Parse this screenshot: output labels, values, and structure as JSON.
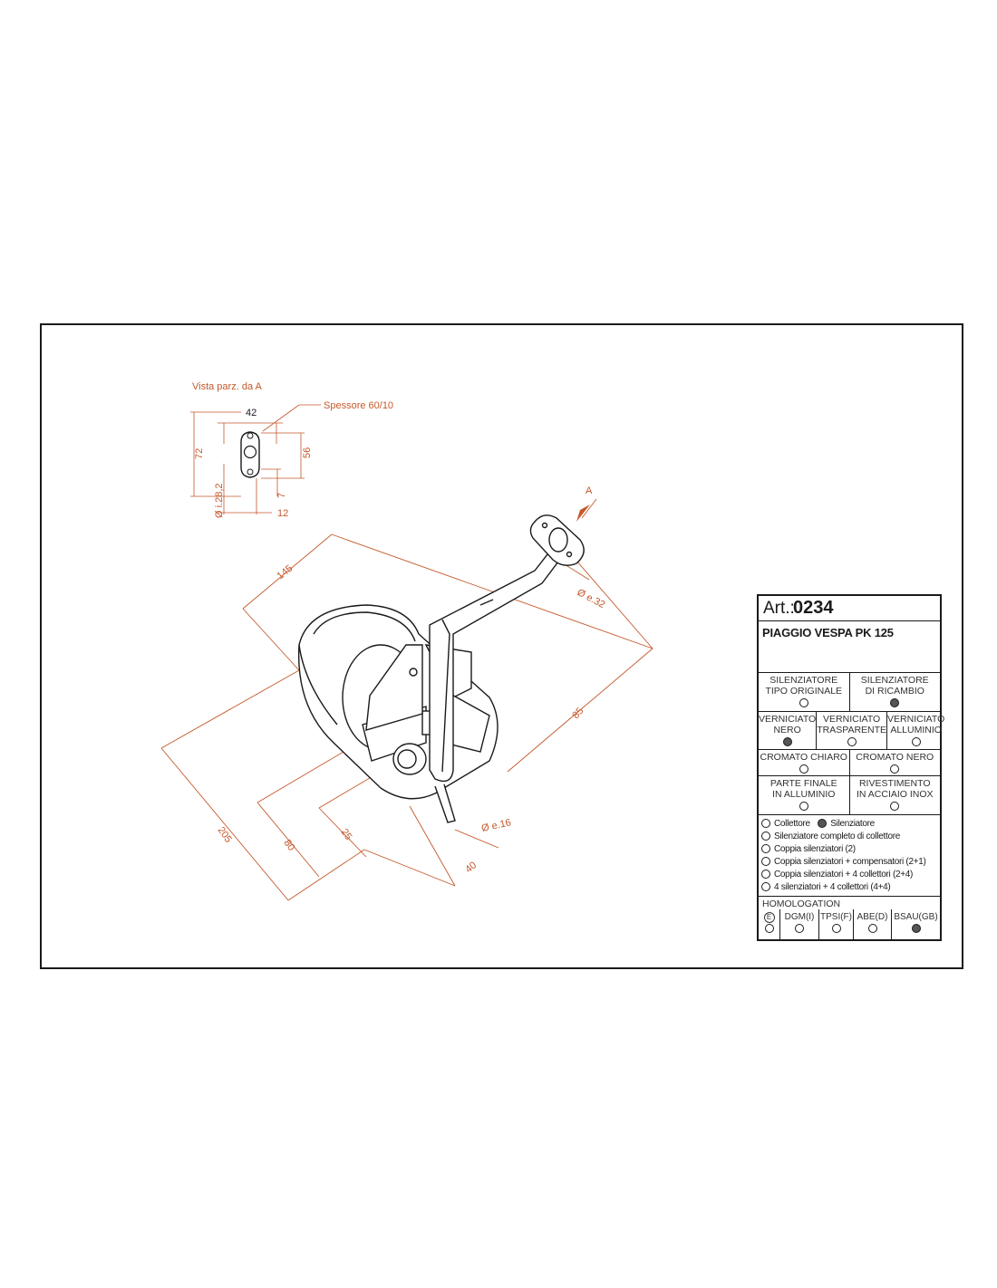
{
  "detail_view": {
    "title": "Vista parz. da A",
    "thickness": "Spessore 60/10",
    "dim_42": "42",
    "dim_72": "72",
    "dim_56": "56",
    "dim_7": "7",
    "dim_12": "12",
    "dim_bore": "Ø i.28,2"
  },
  "main_view": {
    "arrow_label": "A",
    "dim_145": "145",
    "dim_85": "85",
    "dim_pipe": "Ø e.32",
    "dim_205": "205",
    "dim_80": "80",
    "dim_25": "25",
    "dim_40": "40",
    "dim_tail": "Ø e.16"
  },
  "info": {
    "art_label": "Art.:",
    "art_number": "0234",
    "model": "PIAGGIO VESPA PK 125",
    "type_row": [
      {
        "line1": "SILENZIATORE",
        "line2": "TIPO ORIGINALE",
        "selected": false
      },
      {
        "line1": "SILENZIATORE",
        "line2": "DI RICAMBIO",
        "selected": true
      }
    ],
    "paint_row": [
      {
        "line1": "VERNICIATO",
        "line2": "NERO",
        "selected": true
      },
      {
        "line1": "VERNICIATO",
        "line2": "TRASPARENTE",
        "selected": false
      },
      {
        "line1": "VERNICIATO",
        "line2": "ALLUMINIO",
        "selected": false
      }
    ],
    "chrome_row": [
      {
        "line1": "CROMATO CHIARO",
        "selected": false
      },
      {
        "line1": "CROMATO NERO",
        "selected": false
      }
    ],
    "finish_row": [
      {
        "line1": "PARTE FINALE",
        "line2": "IN ALLUMINIO",
        "selected": false
      },
      {
        "line1": "RIVESTIMENTO",
        "line2": "IN ACCIAIO INOX",
        "selected": false
      }
    ],
    "kit_collettore": "Collettore",
    "kit_silenziatore": "Silenziatore",
    "options": [
      "Silenziatore completo di collettore",
      "Coppia silenziatori (2)",
      "Coppia silenziatori + compensatori (2+1)",
      "Coppia silenziatori + 4 collettori (2+4)",
      "4 silenziatori + 4 collettori (4+4)"
    ],
    "homologation_label": "HOMOLOGATION",
    "homologation": [
      {
        "label": "E",
        "selected": false
      },
      {
        "label": "DGM(I)",
        "selected": false
      },
      {
        "label": "TPSI(F)",
        "selected": false
      },
      {
        "label": "ABE(D)",
        "selected": false
      },
      {
        "label": "BSAU(GB)",
        "selected": true
      }
    ],
    "colors": {
      "dimension": "#c4582a",
      "line": "#1a1a1a",
      "selected_dot": "#555555"
    }
  }
}
